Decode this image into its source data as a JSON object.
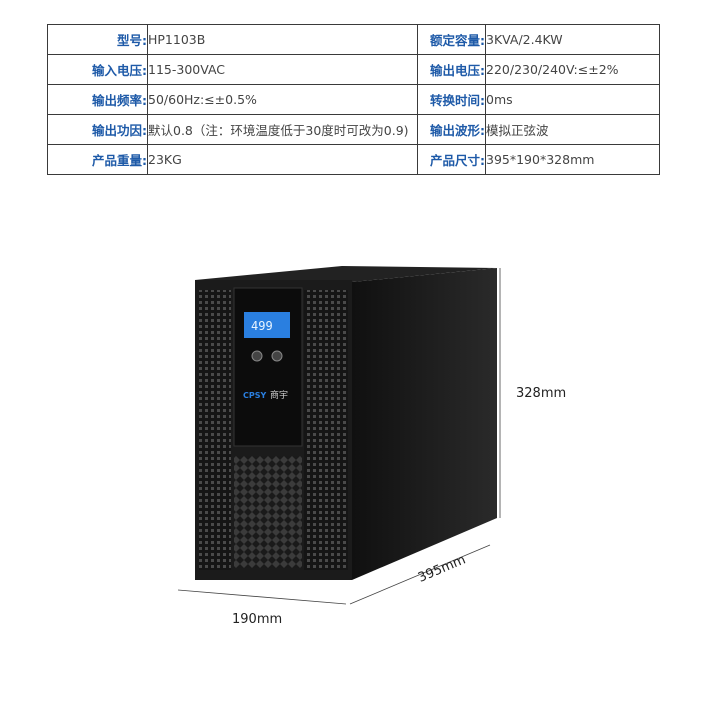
{
  "specs": [
    {
      "l1": "型号:",
      "v1": "HP1103B",
      "l2": "额定容量:",
      "v2": "3KVA/2.4KW"
    },
    {
      "l1": "输入电压:",
      "v1": "115-300VAC",
      "l2": "输出电压:",
      "v2": "220/230/240V:≤±2%"
    },
    {
      "l1": "输出频率:",
      "v1": "50/60Hz:≤±0.5%",
      "l2": "转换时间:",
      "v2": "0ms"
    },
    {
      "l1": "输出功因:",
      "v1": "默认0.8（注：环境温度低于30度时可改为0.9)",
      "l2": "输出波形:",
      "v2": "模拟正弦波"
    },
    {
      "l1": "产品重量:",
      "v1": "23KG",
      "l2": "产品尺寸:",
      "v2": "395*190*328mm"
    }
  ],
  "product": {
    "lcd_reading": "499",
    "brand_mark": "商宇",
    "brand_logo": "CPSY",
    "height_label": "328mm",
    "depth_label": "395mm",
    "width_label": "190mm"
  },
  "colors": {
    "label": "#1e5aa8",
    "body": "#1a1a1a",
    "lcd": "#2a7fe0"
  }
}
